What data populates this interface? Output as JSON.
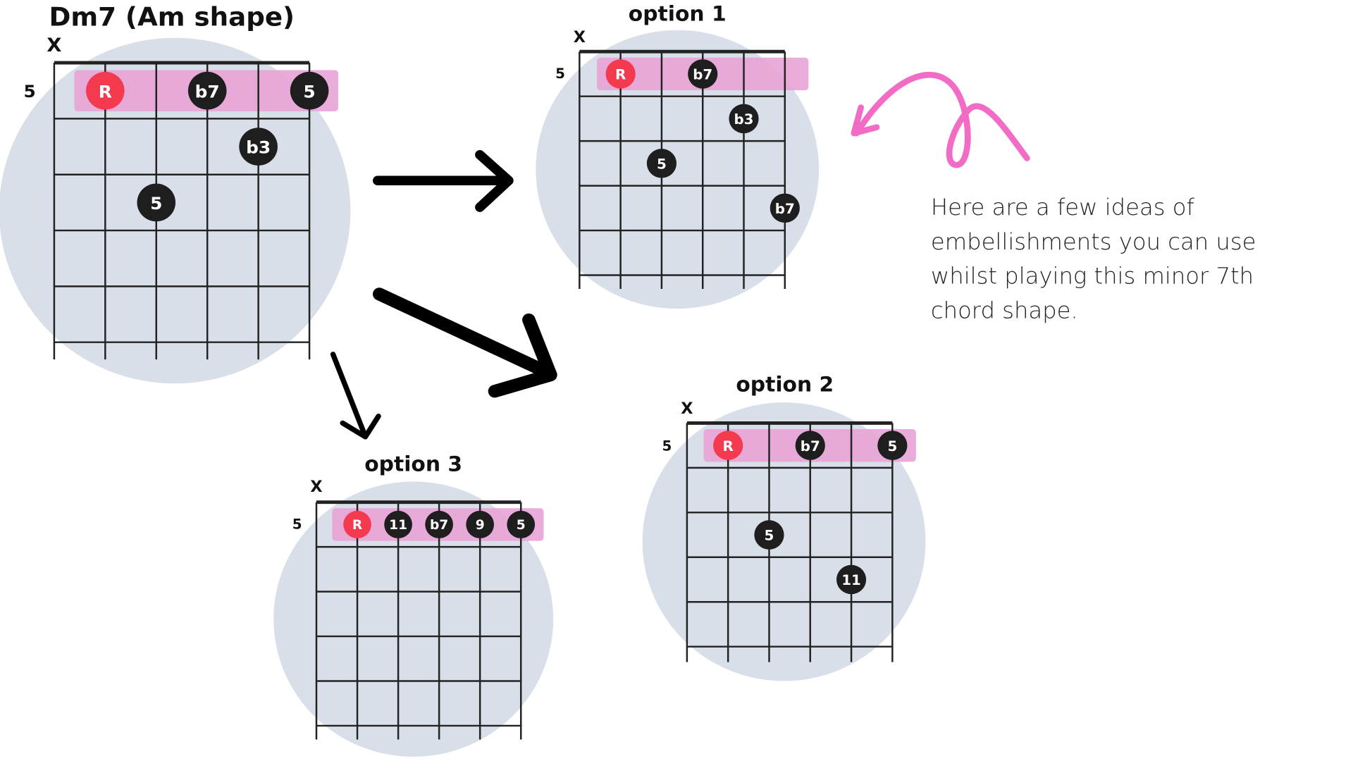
{
  "colors": {
    "background_circle": "#d8dfe9",
    "barre": "#e8a3d6",
    "root": "#f43a4f",
    "note": "#1e1e1e",
    "grid": "#222222",
    "pink_arrow": "#f26bc4"
  },
  "diagrams": [
    {
      "id": "main",
      "title": "Dm7 (Am shape)",
      "muted_label": "X",
      "muted_string": 0,
      "fret_label": "5",
      "barre": {
        "from_string": 1,
        "to_string": 5,
        "fret": 0
      },
      "notes": [
        {
          "label": "R",
          "string": 1,
          "fret": 0,
          "root": true
        },
        {
          "label": "b7",
          "string": 3,
          "fret": 0
        },
        {
          "label": "5",
          "string": 5,
          "fret": 0
        },
        {
          "label": "b3",
          "string": 4,
          "fret": 1
        },
        {
          "label": "5",
          "string": 2,
          "fret": 2
        }
      ]
    },
    {
      "id": "option1",
      "title": "option 1",
      "muted_label": "X",
      "muted_string": 0,
      "fret_label": "5",
      "barre": {
        "from_string": 1,
        "to_string": 5,
        "fret": 0
      },
      "notes": [
        {
          "label": "R",
          "string": 1,
          "fret": 0,
          "root": true
        },
        {
          "label": "b7",
          "string": 3,
          "fret": 0
        },
        {
          "label": "b3",
          "string": 4,
          "fret": 1
        },
        {
          "label": "5",
          "string": 2,
          "fret": 2
        },
        {
          "label": "b7",
          "string": 5,
          "fret": 3
        }
      ]
    },
    {
      "id": "option2",
      "title": "option 2",
      "muted_label": "X",
      "muted_string": 0,
      "fret_label": "5",
      "barre": {
        "from_string": 1,
        "to_string": 5,
        "fret": 0
      },
      "notes": [
        {
          "label": "R",
          "string": 1,
          "fret": 0,
          "root": true
        },
        {
          "label": "b7",
          "string": 3,
          "fret": 0
        },
        {
          "label": "5",
          "string": 5,
          "fret": 0
        },
        {
          "label": "5",
          "string": 2,
          "fret": 2
        },
        {
          "label": "11",
          "string": 4,
          "fret": 3
        }
      ]
    },
    {
      "id": "option3",
      "title": "option 3",
      "muted_label": "X",
      "muted_string": 0,
      "fret_label": "5",
      "barre": {
        "from_string": 1,
        "to_string": 5,
        "fret": 0
      },
      "notes": [
        {
          "label": "R",
          "string": 1,
          "fret": 0,
          "root": true
        },
        {
          "label": "11",
          "string": 2,
          "fret": 0
        },
        {
          "label": "b7",
          "string": 3,
          "fret": 0
        },
        {
          "label": "9",
          "string": 4,
          "fret": 0
        },
        {
          "label": "5",
          "string": 5,
          "fret": 0
        }
      ]
    }
  ],
  "description": {
    "lines": [
      "Here are a few ideas of",
      "embellishments you can use",
      "whilst playing this minor 7th",
      "chord shape."
    ]
  }
}
